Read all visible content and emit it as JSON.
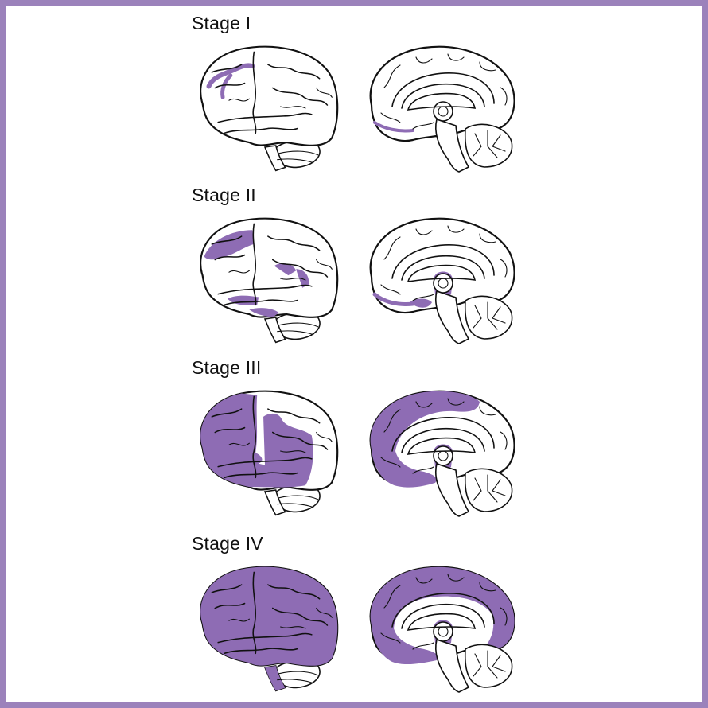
{
  "colors": {
    "frame": "#9b82bb",
    "pathology": "#8e6cb4",
    "line": "#111111",
    "background": "#ffffff"
  },
  "stages": [
    {
      "label": "Stage I",
      "lateral_icon": "brain-lateral-view",
      "medial_icon": "brain-medial-view"
    },
    {
      "label": "Stage II",
      "lateral_icon": "brain-lateral-view",
      "medial_icon": "brain-medial-view"
    },
    {
      "label": "Stage III",
      "lateral_icon": "brain-lateral-view",
      "medial_icon": "brain-medial-view"
    },
    {
      "label": "Stage IV",
      "lateral_icon": "brain-lateral-view",
      "medial_icon": "brain-medial-view"
    }
  ]
}
